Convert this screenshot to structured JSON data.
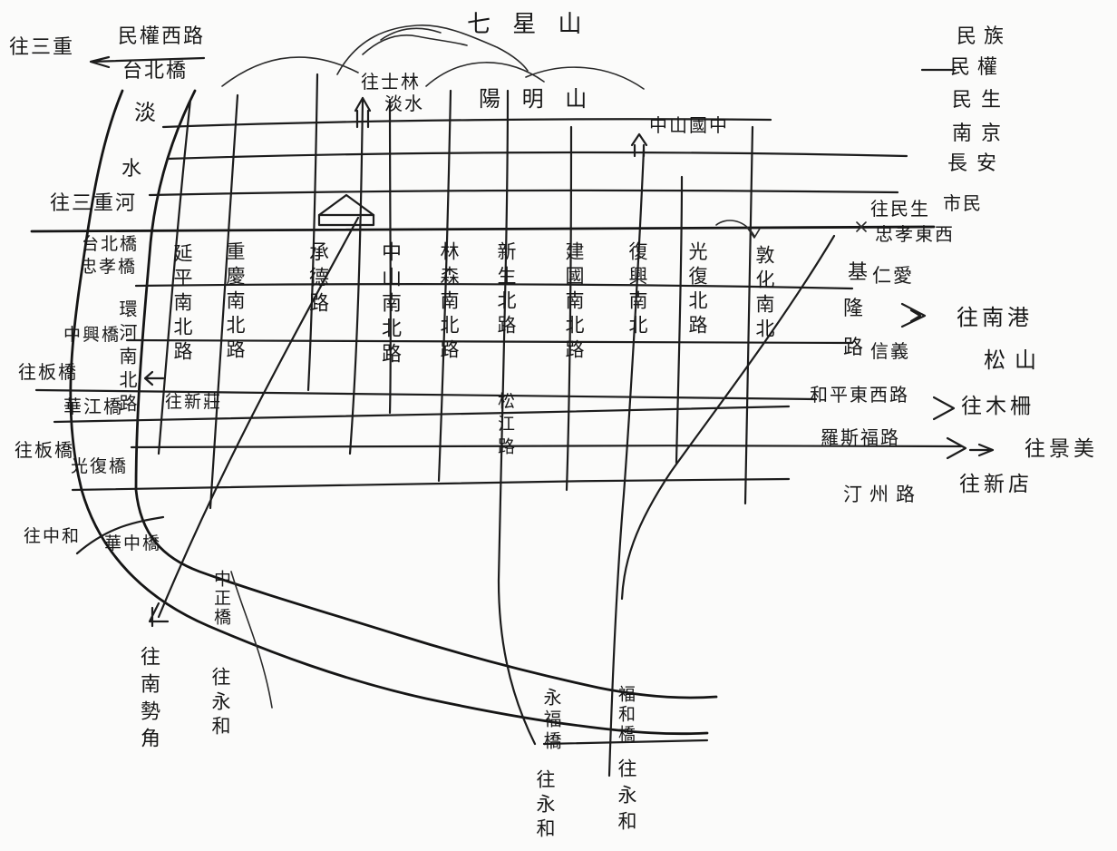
{
  "mountains": {
    "qixing": "七 星 山",
    "yangming": "陽 明 山"
  },
  "top_left": {
    "to_sanchong": "往三重",
    "minquan_west": "民權西路",
    "taipei_bridge": "台北橋"
  },
  "river": {
    "danshui": [
      "淡",
      "水"
    ],
    "to_sanchong_he": "往三重河"
  },
  "bridges_left": {
    "taipei_bridge_zhongxiao": [
      "台北橋",
      "忠孝橋"
    ],
    "zhongxing_bridge": "中興橋",
    "to_banqiao_1": "往板橋",
    "huajiang_bridge": "華江橋",
    "to_banqiao_2": "往板橋",
    "guangfu_bridge": "光復橋",
    "to_zhonghe": "往中和",
    "huazhong_bridge": "華中橋",
    "to_xinzhuang": "往新莊"
  },
  "ring_road": "環河南北路",
  "north_south_roads": {
    "yanping": "延平南北路",
    "chongqing": "重慶南北路",
    "chengde": "承德路",
    "zhongshan": "中山南北路",
    "linsen": "林森南北路",
    "xinsheng": "新生北路",
    "songjiang": "松江路",
    "jianguo": "建國南北路",
    "fuxing": "復興南北",
    "guangfu": "光復北路",
    "dunhua": "敦化南北"
  },
  "top_markers": {
    "to_shilin_danshui": [
      "往士林",
      "淡水"
    ],
    "to_zhongshan_guozhong": "中山國中"
  },
  "right_side": {
    "road_list": [
      "民族",
      "民權",
      "民生",
      "南京",
      "長安"
    ],
    "to_minsheng": "往民生",
    "shimin": "市民",
    "zhongxiao_ew": "忠孝東西",
    "renai": "仁愛",
    "jiquan": "基",
    "long": "隆",
    "lu": "路",
    "xinyi": "信義",
    "to_nangang": "往南港",
    "songshan": "松山",
    "heping_ew": "和平東西路",
    "to_muzha": "往木柵",
    "roosevelt": "羅斯福路",
    "to_jingmei": "往景美",
    "to_xindian": "往新店",
    "tingzhou": "汀州路"
  },
  "bottom": {
    "zhongzheng_bridge": "中正橋",
    "to_nanshijiao": "往南勢角",
    "to_yonghe_1": "往永和",
    "yongfu_bridge": "永福橋",
    "fuhe_bridge": "福和橋",
    "to_yonghe_2": "往永和",
    "to_yonghe_3": "往永和"
  }
}
